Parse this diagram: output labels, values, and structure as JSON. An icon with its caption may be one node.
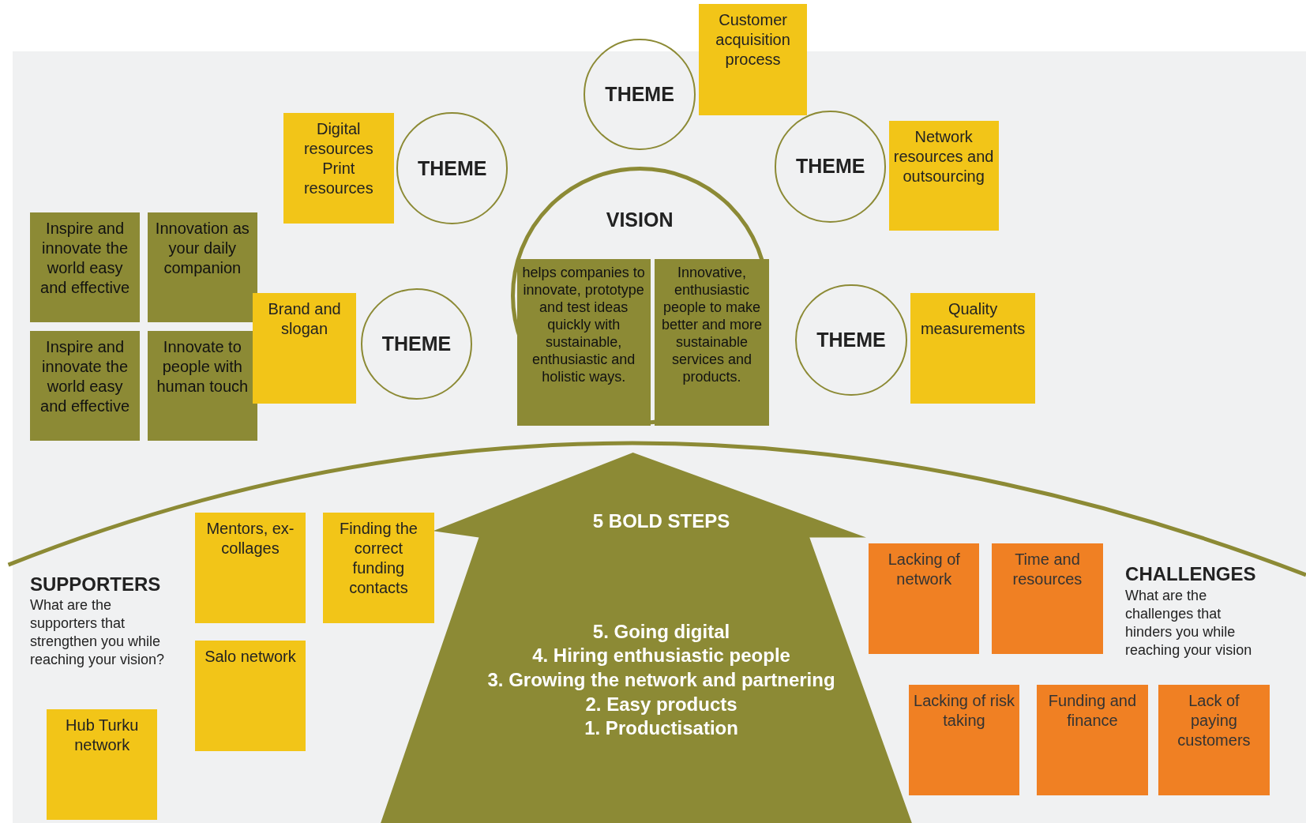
{
  "diagram": {
    "nodes": [
      {
        "text": [
          "THEME"
        ]
      },
      {
        "text": [
          "Customer acquisition process"
        ]
      },
      {
        "text": [
          "THEME"
        ]
      },
      {
        "text": [
          "Digital resources",
          "Print resources"
        ]
      },
      {
        "text": [
          "THEME"
        ]
      },
      {
        "text": [
          "Network resources and outsourcing"
        ]
      },
      {
        "text": [
          "VISION"
        ]
      },
      {
        "text": [
          "helps companies to innovate, prototype and test ideas quickly with sustainable, enthusiastic and holistic ways."
        ],
        "in": 6
      },
      {
        "text": [
          "Innovative, enthusiastic people to make better and more sustainable services and products."
        ],
        "in": 6
      },
      {
        "text": [
          "Inspire and innovate the world easy and effective"
        ]
      },
      {
        "text": [
          "Innovation as your daily companion"
        ]
      },
      {
        "text": [
          "Inspire and innovate the world easy and effective"
        ]
      },
      {
        "text": [
          "Innovate to people with human touch"
        ]
      },
      {
        "text": [
          "Brand and slogan"
        ]
      },
      {
        "text": [
          "THEME"
        ]
      },
      {
        "text": [
          "THEME"
        ]
      },
      {
        "text": [
          "Quality measurements"
        ]
      },
      {
        "text": [
          "5 BOLD STEPS",
          "5. Going digital",
          "4. Hiring enthusiastic people",
          "3. Growing the network and partnering",
          "2. Easy products",
          "1. Productisation"
        ]
      },
      {
        "text": [
          "Mentors, ex-collages"
        ]
      },
      {
        "text": [
          "Finding the correct funding contacts"
        ]
      },
      {
        "text": [
          "Salo network"
        ]
      },
      {
        "text": [
          "Hub Turku network"
        ]
      },
      {
        "text": [
          "Lacking of network"
        ]
      },
      {
        "text": [
          "Time and resources"
        ]
      },
      {
        "text": [
          "Lacking of risk taking"
        ]
      },
      {
        "text": [
          "Funding and finance"
        ]
      },
      {
        "text": [
          "Lack of paying customers"
        ]
      }
    ],
    "edges": [],
    "labels": [
      "SUPPORTERS",
      "What are the supporters that strengthen you while reaching your vision?",
      "CHALLENGES",
      "What are the challenges that hinders you while reaching your vision"
    ]
  }
}
